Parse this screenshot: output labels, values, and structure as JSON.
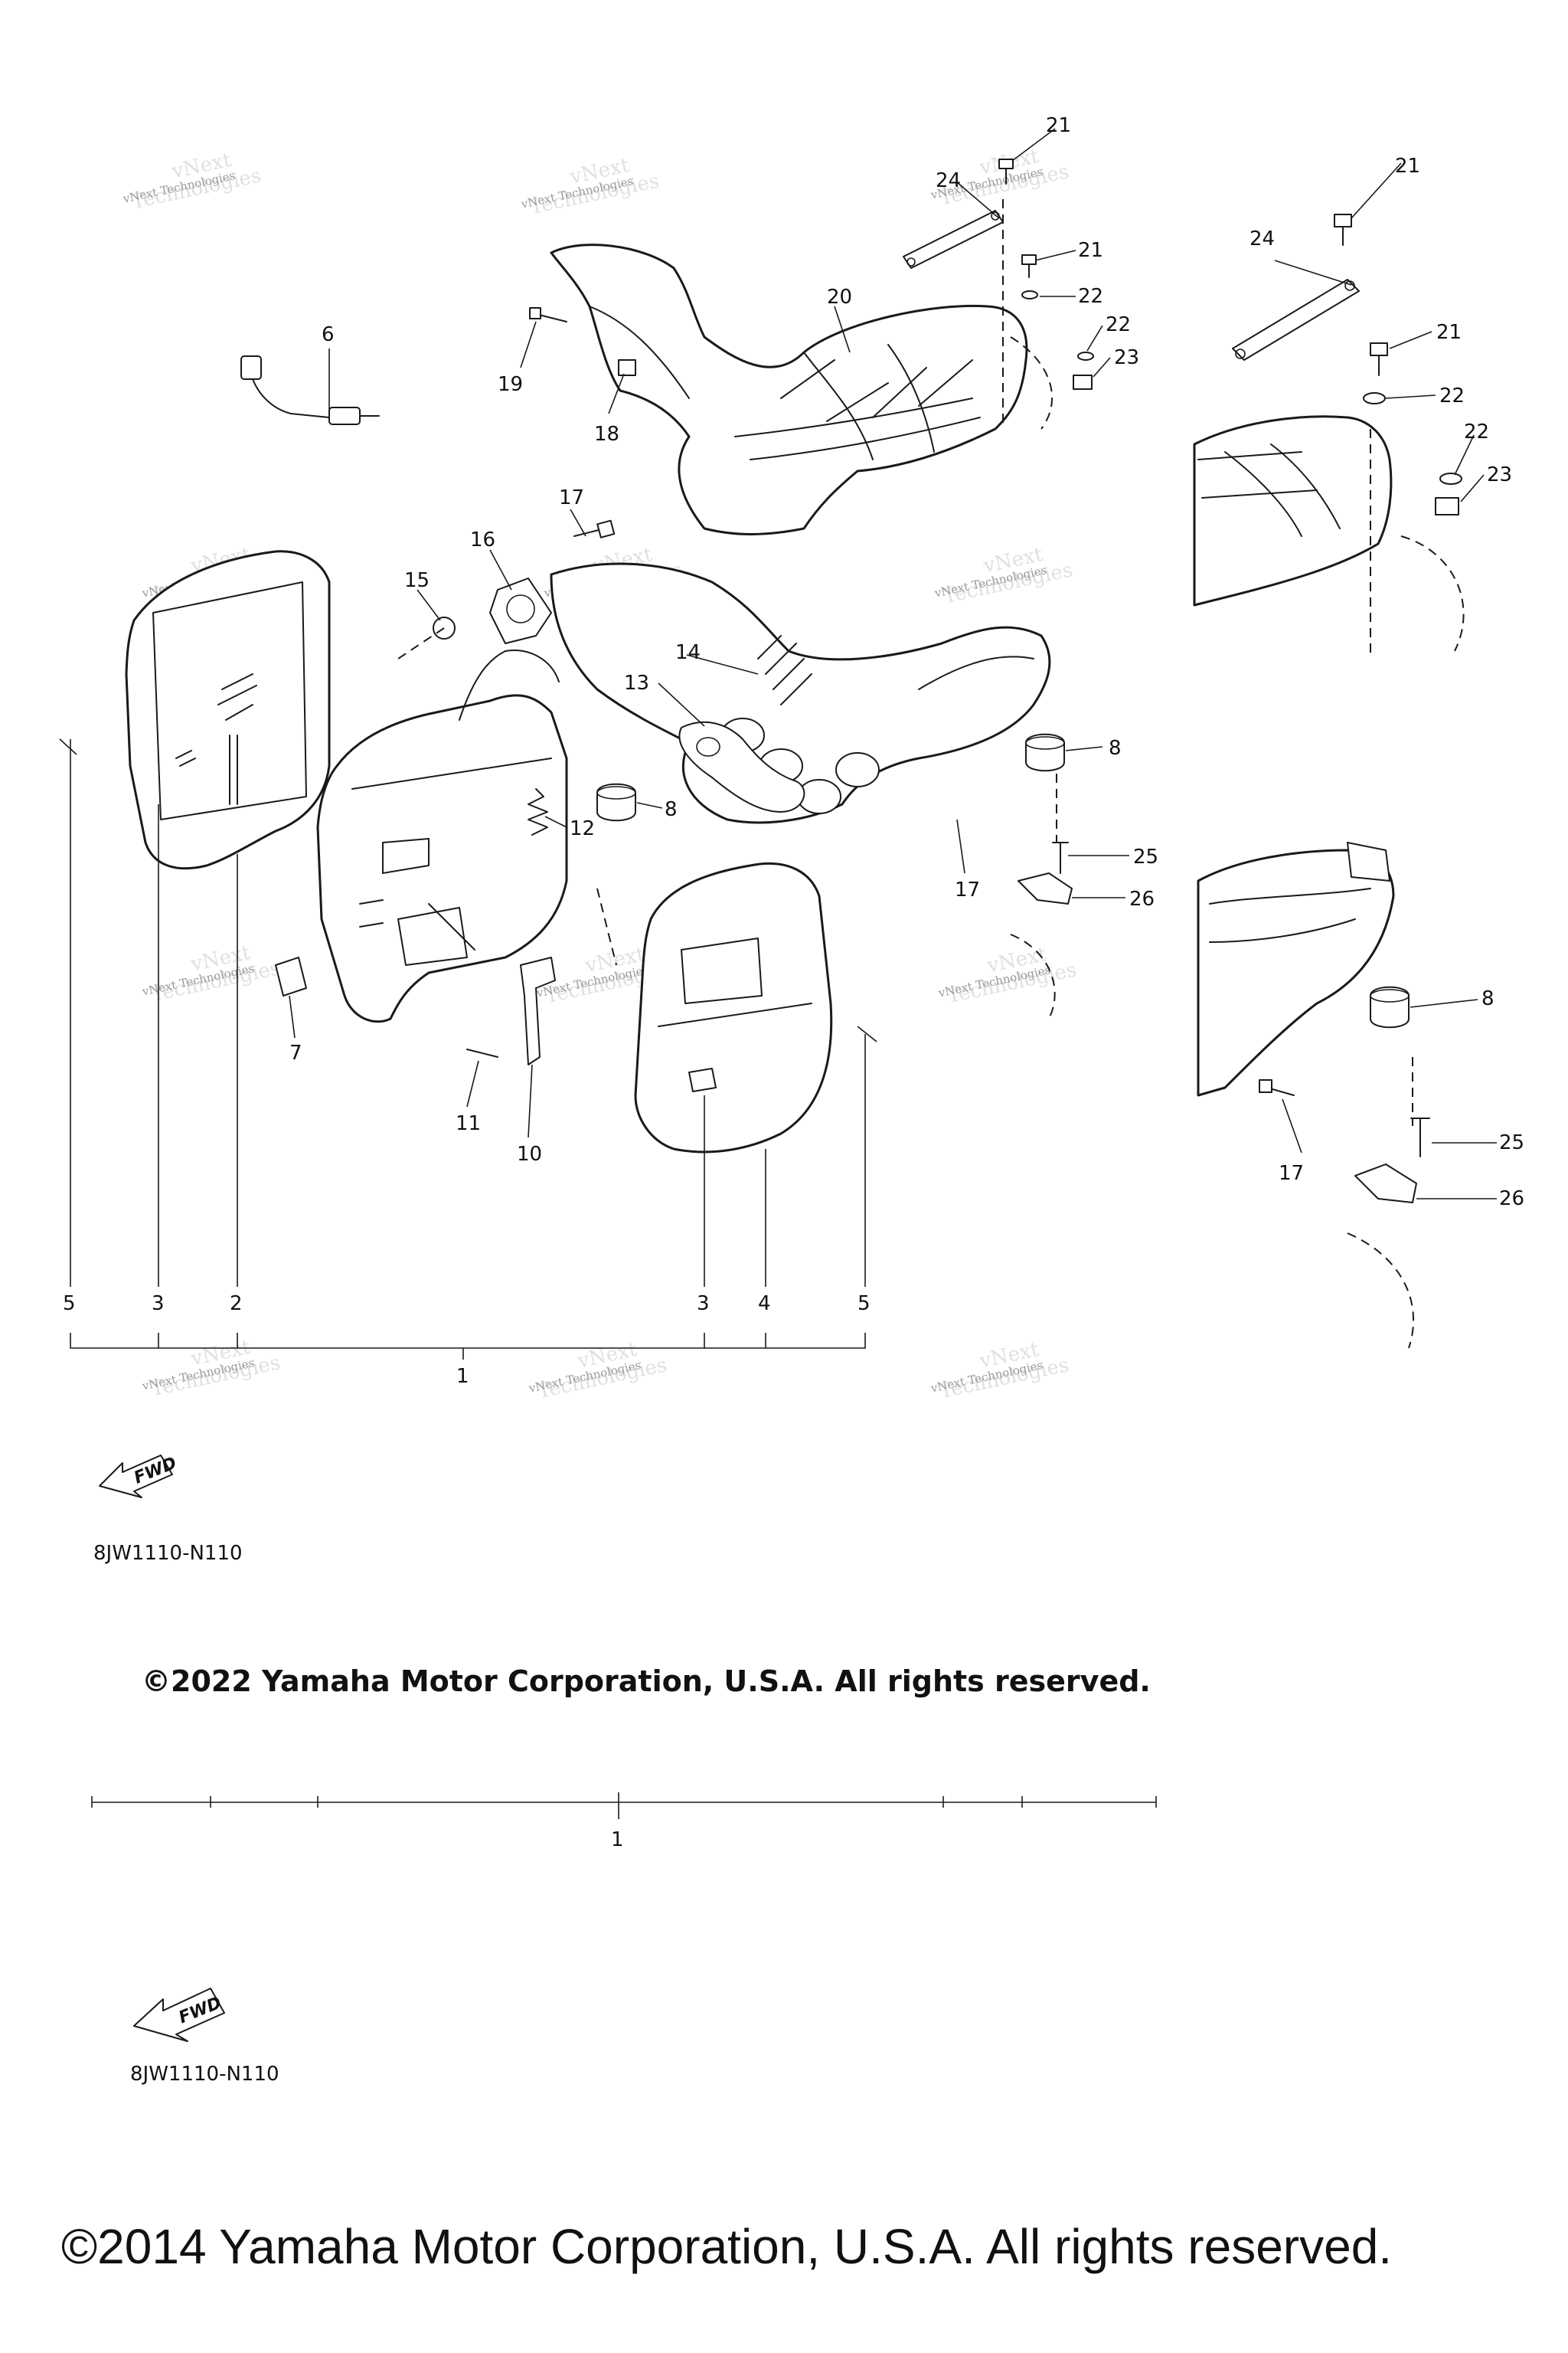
{
  "callouts": {
    "c1": "1",
    "c2": "2",
    "c3": "3",
    "c4": "4",
    "c5": "5",
    "c6": "6",
    "c7": "7",
    "c8": "8",
    "c10": "10",
    "c11": "11",
    "c12": "12",
    "c13": "13",
    "c14": "14",
    "c15": "15",
    "c16": "16",
    "c17": "17",
    "c18": "18",
    "c19": "19",
    "c20": "20",
    "c21": "21",
    "c22": "22",
    "c23": "23",
    "c24": "24",
    "c25": "25",
    "c26": "26"
  },
  "watermark": {
    "line1": "vNext Technologies",
    "line2": "Technologies",
    "line3": "vNext"
  },
  "fwd_label": "FWD",
  "diagram_code": "8JW1110-N110",
  "copyright_2022": "©2022 Yamaha Motor Corporation, U.S.A. All rights reserved.",
  "copyright_2014": "©2014 Yamaha Motor Corporation, U.S.A. All rights reserved."
}
